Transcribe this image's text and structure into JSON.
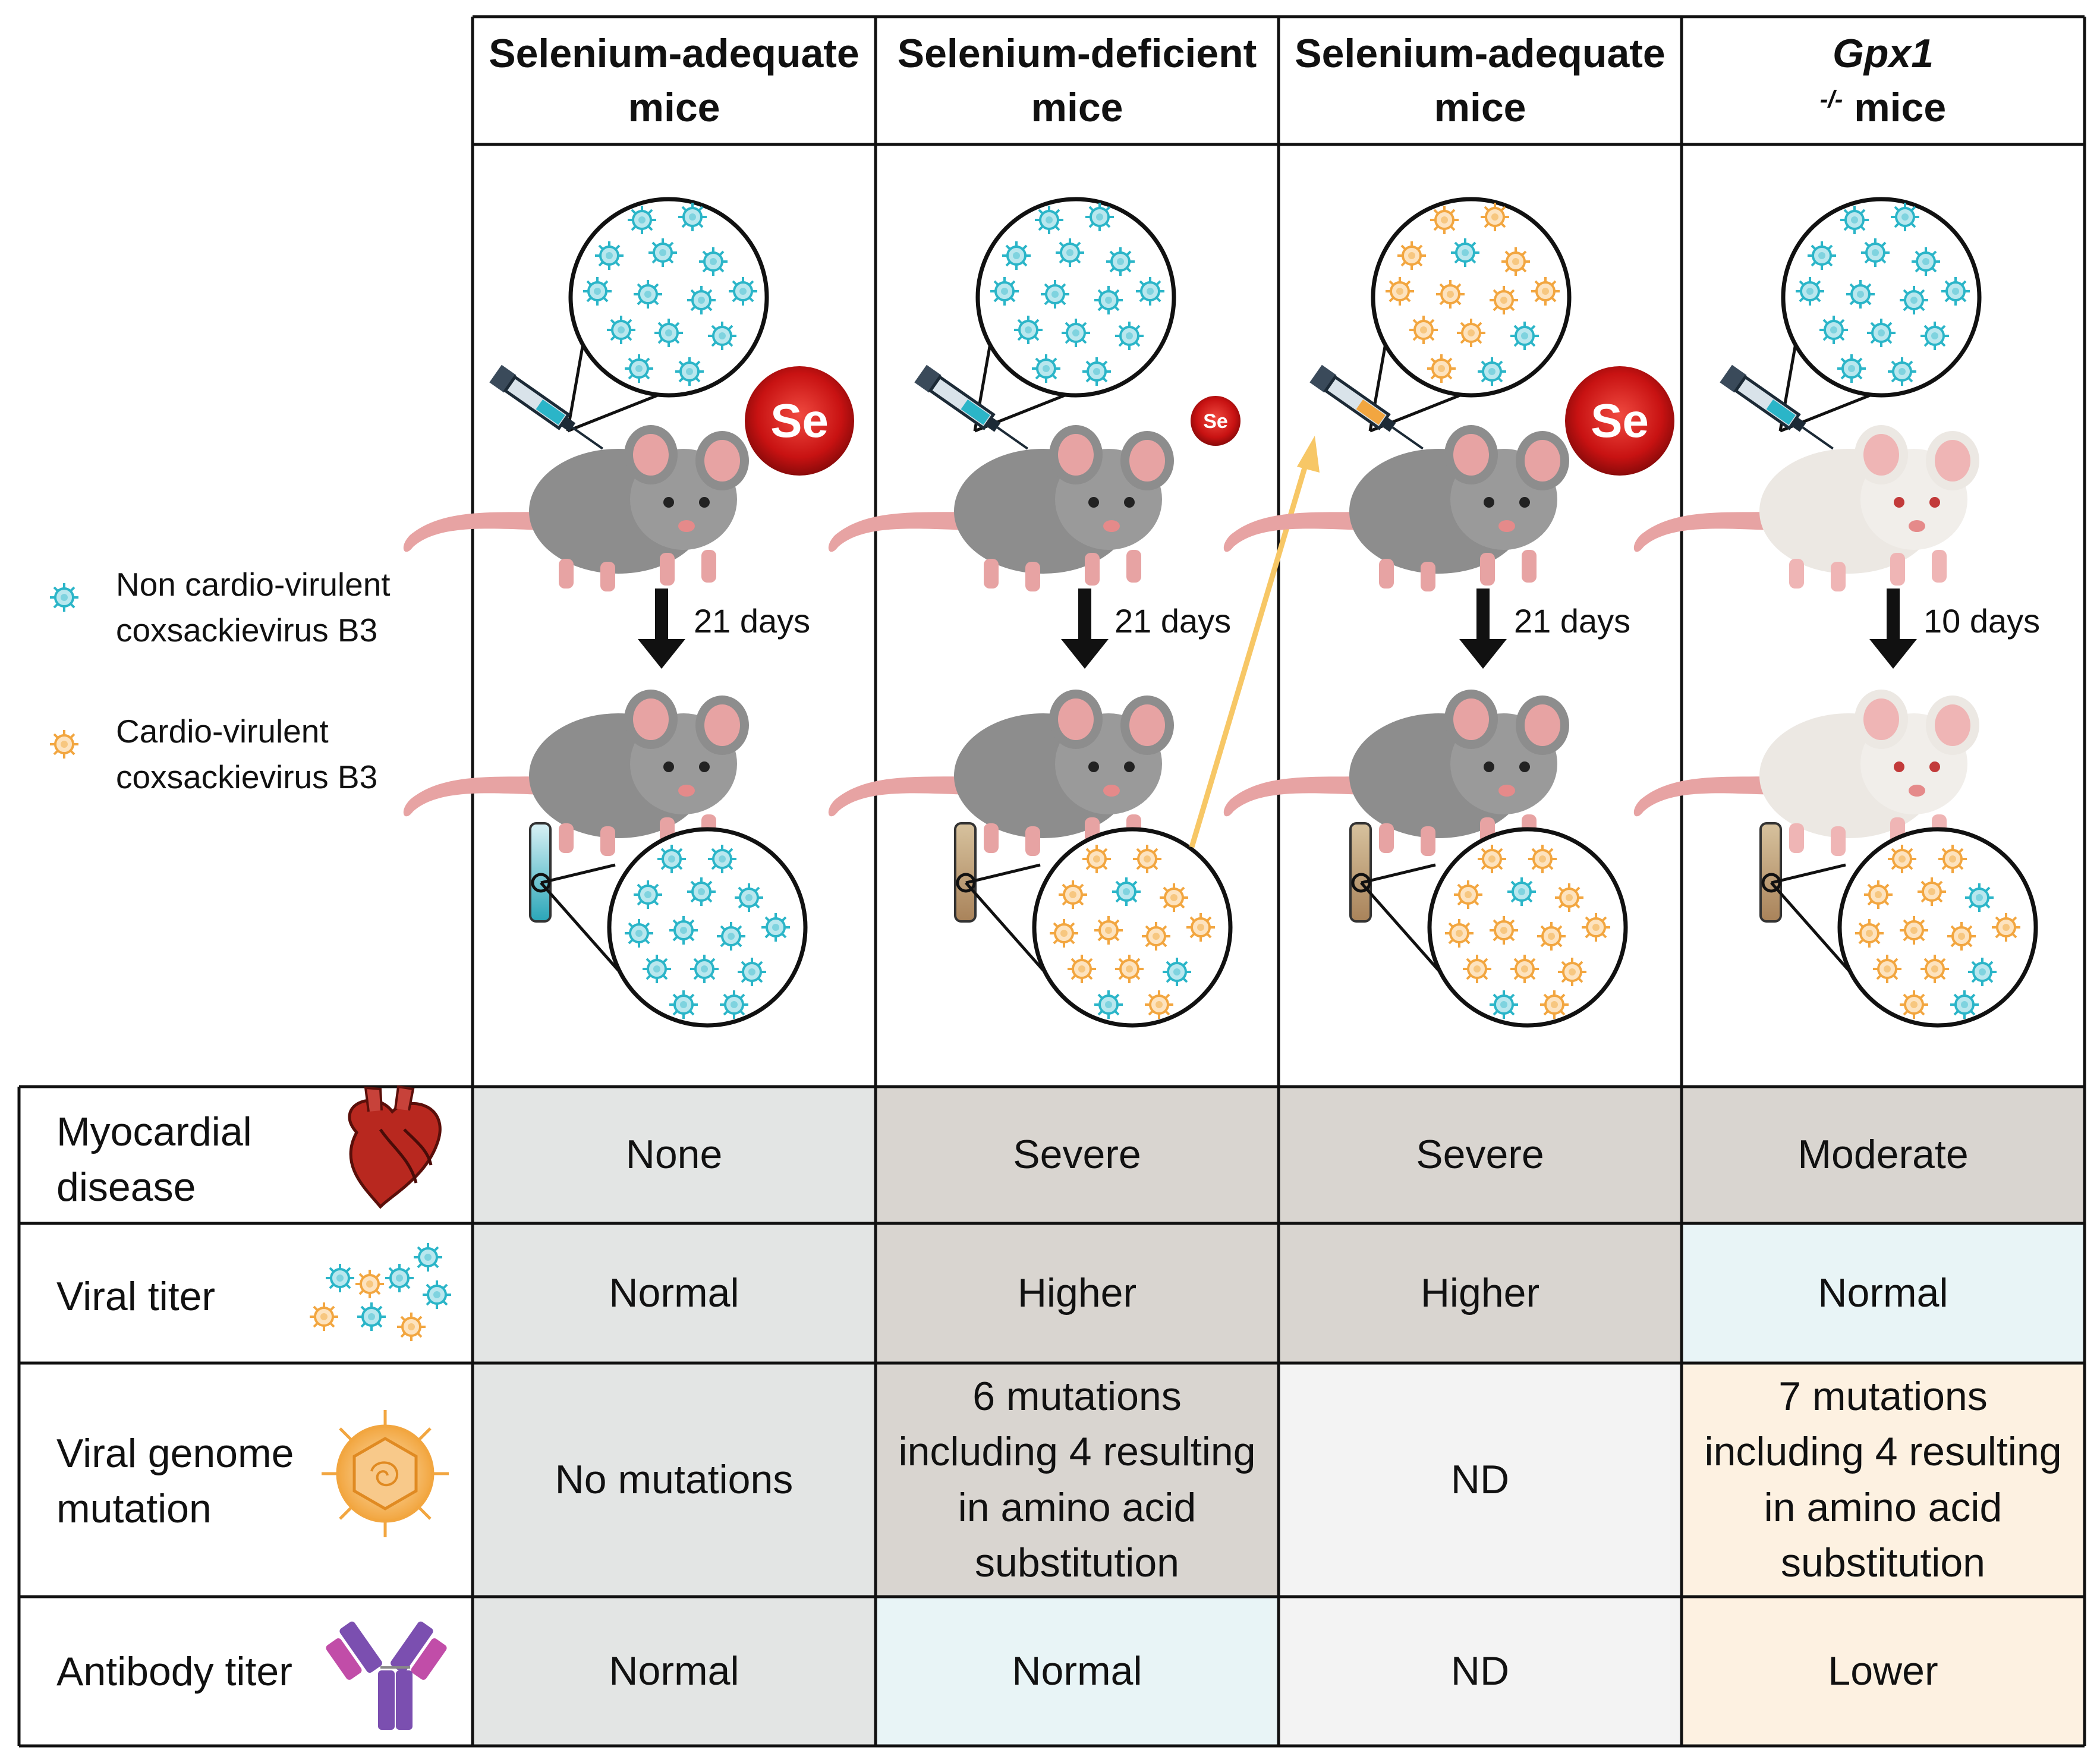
{
  "columns": [
    {
      "header": [
        "Selenium-adequate",
        "mice"
      ],
      "days": "21 days"
    },
    {
      "header": [
        "Selenium-deficient",
        "mice"
      ],
      "days": "21 days"
    },
    {
      "header": [
        "Selenium-adequate",
        "mice"
      ],
      "days": "21 days"
    },
    {
      "header_italic": "Gpx1",
      "header_sup": "-/-",
      "header_rest": " mice",
      "days": "10 days"
    }
  ],
  "se_label": "Se",
  "legend": [
    {
      "line1": "Non cardio-virulent",
      "line2": "coxsackievirus B3",
      "color": "#2bb5c8"
    },
    {
      "line1": "Cardio-virulent",
      "line2": "coxsackievirus B3",
      "color": "#f2a640"
    }
  ],
  "rows": [
    {
      "label": [
        "Myocardial",
        "disease"
      ],
      "icon": "heart-icon",
      "cells": [
        [
          "None"
        ],
        [
          "Severe"
        ],
        [
          "Severe"
        ],
        [
          "Moderate"
        ]
      ]
    },
    {
      "label": [
        "Viral titer"
      ],
      "icon": "virus-cluster-icon",
      "cells": [
        [
          "Normal"
        ],
        [
          "Higher"
        ],
        [
          "Higher"
        ],
        [
          "Normal"
        ]
      ]
    },
    {
      "label": [
        "Viral genome",
        "mutation"
      ],
      "icon": "virus-genome-icon",
      "cells": [
        [
          "No mutations"
        ],
        [
          "6 mutations",
          "including 4 resulting",
          "in amino acid",
          "substitution"
        ],
        [
          "ND"
        ],
        [
          "7 mutations",
          "including 4 resulting",
          "in amino acid",
          "substitution"
        ]
      ]
    },
    {
      "label": [
        "Antibody titer"
      ],
      "icon": "antibody-icon",
      "cells": [
        [
          "Normal"
        ],
        [
          "Normal"
        ],
        [
          "ND"
        ],
        [
          "Lower"
        ]
      ]
    }
  ],
  "cell_colors": [
    [
      "#e3e5e4",
      "#d9d5d0",
      "#d9d5d0",
      "#d9d5d0"
    ],
    [
      "#e3e5e4",
      "#d9d5d0",
      "#d9d5d0",
      "#e8f4f6"
    ],
    [
      "#e3e5e4",
      "#d9d5d0",
      "#f3f3f3",
      "#fdf1e1"
    ],
    [
      "#e3e5e4",
      "#e8f4f6",
      "#f3f3f3",
      "#fdf1e1"
    ]
  ],
  "colors": {
    "teal_virus": "#2bb5c8",
    "orange_virus": "#f2a640",
    "arrow": "#111111",
    "transfer_arrow": "#f7c766"
  }
}
